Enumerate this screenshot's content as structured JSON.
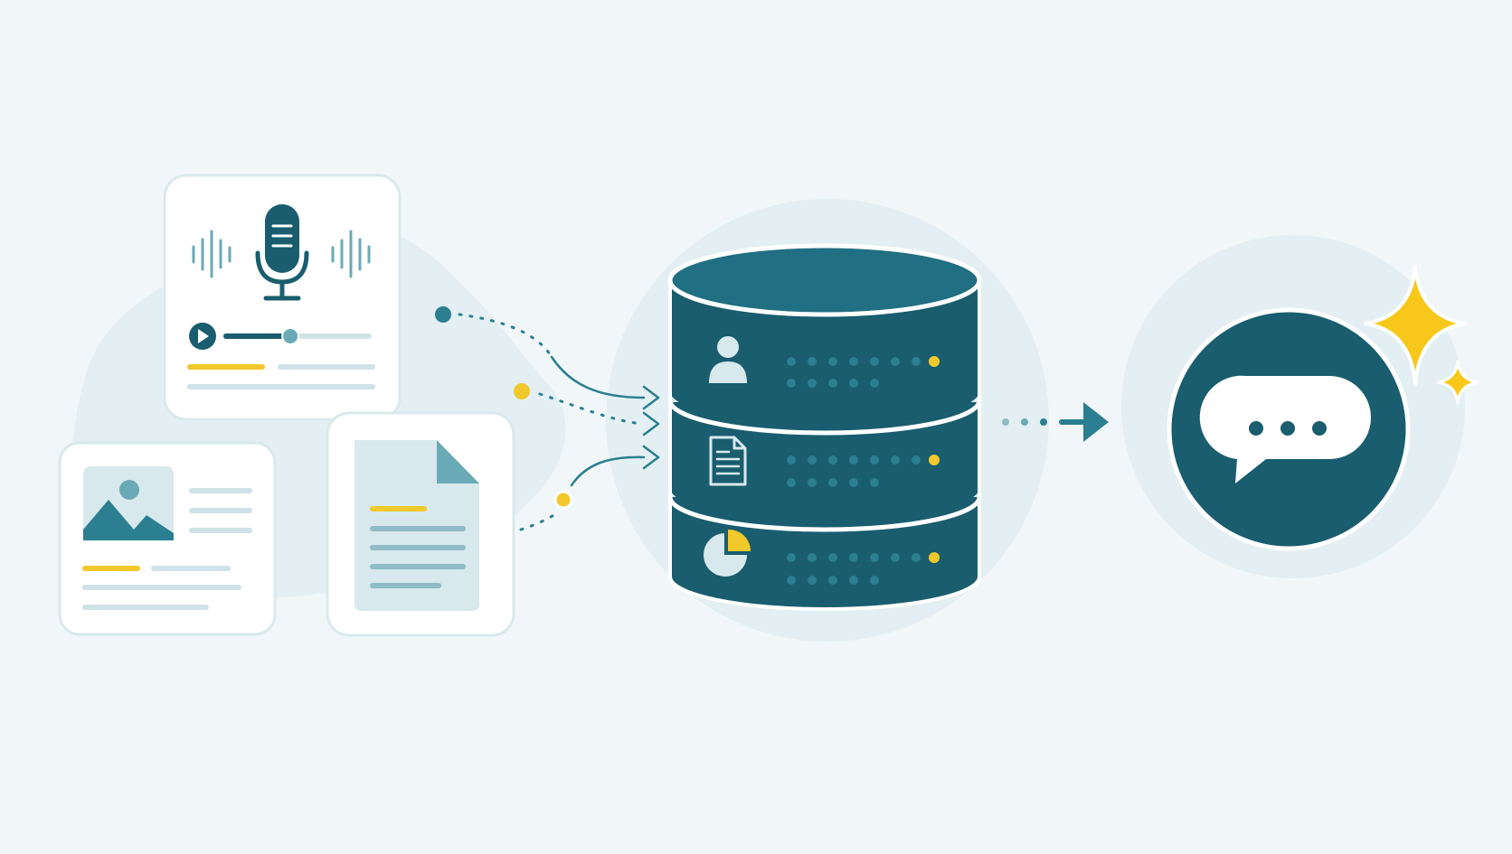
{
  "colors": {
    "background": "#f1f7f8",
    "halo": "#e3eff2",
    "card": "#ffffff",
    "card_border": "#d9e9ec",
    "primary_dark": "#195d6e",
    "primary_mid": "#2b7f91",
    "accent_teal": "#6aaab6",
    "light_line": "#cfe2e7",
    "accent_yellow": "#f2c82b",
    "sparkle_yellow": "#f7c81a"
  },
  "sources": [
    {
      "id": "audio",
      "icon": "microphone-icon",
      "playback": {
        "progress": 0.45
      }
    },
    {
      "id": "image",
      "icon": "image-icon"
    },
    {
      "id": "document",
      "icon": "document-icon"
    }
  ],
  "database": {
    "icon": "database-icon",
    "layers": [
      {
        "icon": "user-icon"
      },
      {
        "icon": "document-icon"
      },
      {
        "icon": "pie-chart-icon"
      }
    ]
  },
  "output": {
    "icon": "chat-bubble-icon",
    "decoration": "sparkle-icon"
  }
}
